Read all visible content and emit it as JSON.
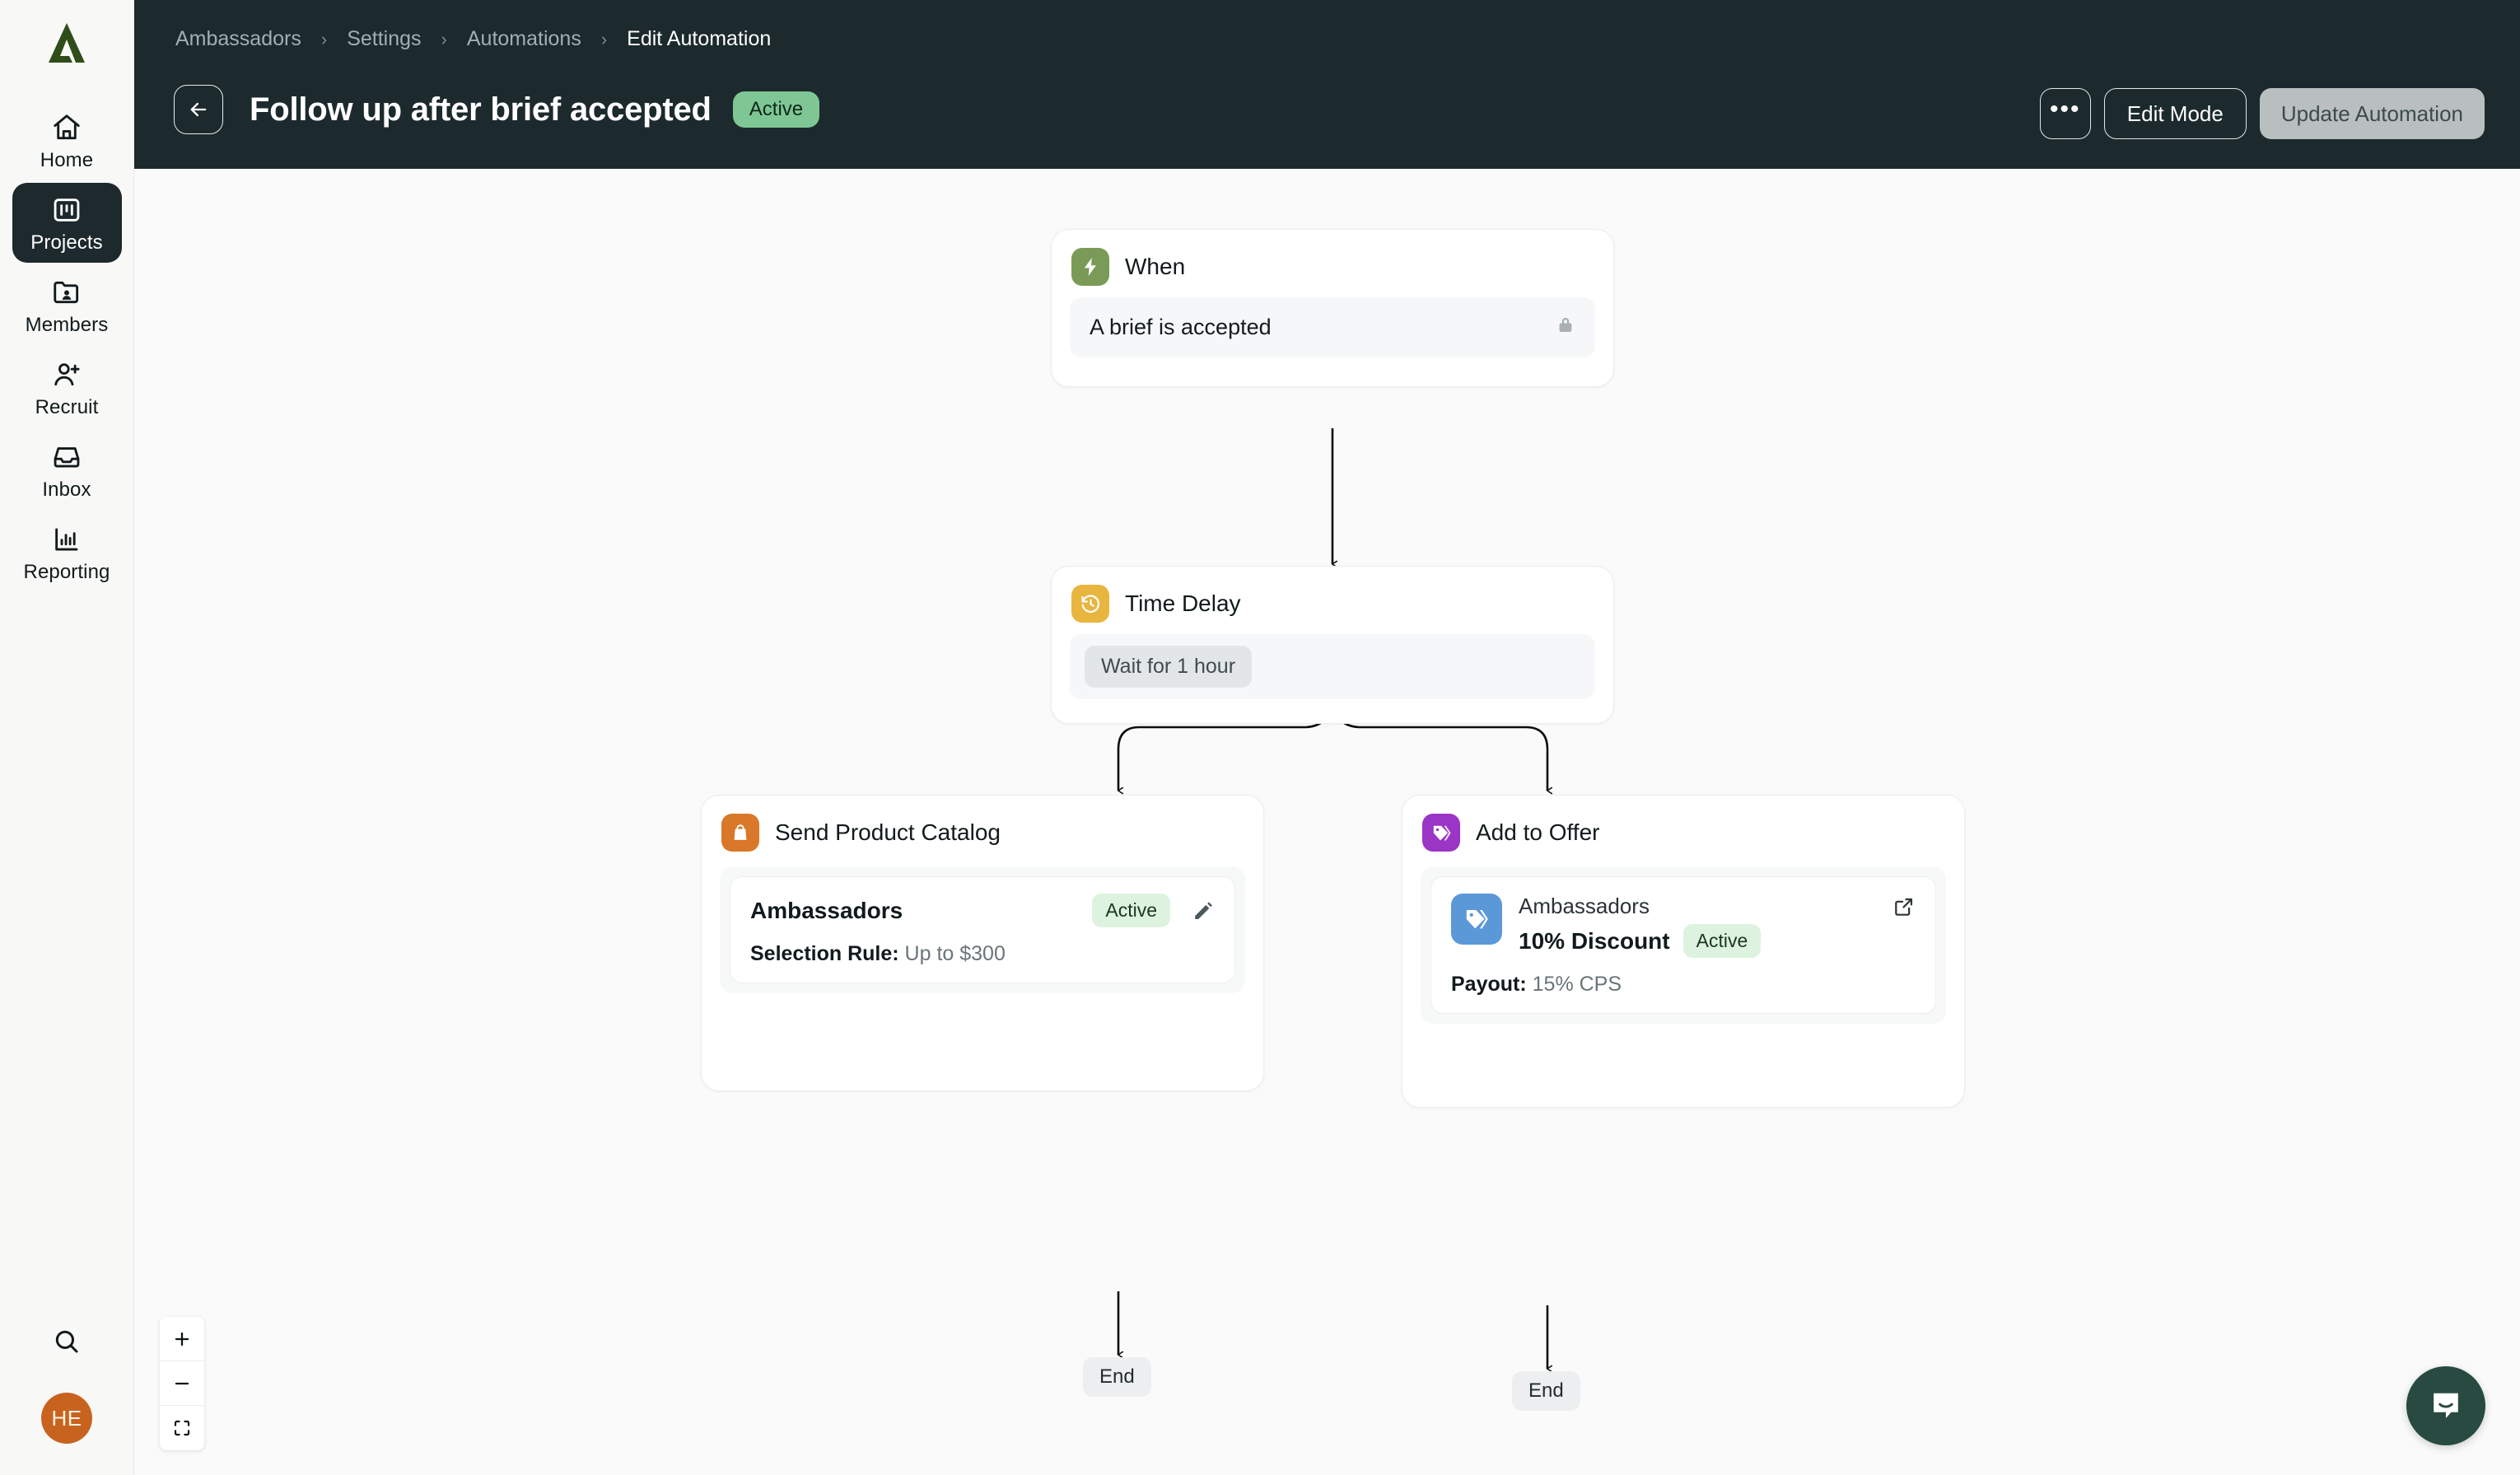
{
  "app": {
    "logo_icon": "anvil-a-logo",
    "brand_color": "#2f4d18",
    "canvas_bg": "#fafafa",
    "header_bg": "#1c2a2d"
  },
  "sidebar": {
    "items": [
      {
        "label": "Home",
        "icon": "home-icon",
        "active": false
      },
      {
        "label": "Projects",
        "icon": "projects-icon",
        "active": true
      },
      {
        "label": "Members",
        "icon": "members-icon",
        "active": false
      },
      {
        "label": "Recruit",
        "icon": "recruit-icon",
        "active": false
      },
      {
        "label": "Inbox",
        "icon": "inbox-icon",
        "active": false
      },
      {
        "label": "Reporting",
        "icon": "reporting-icon",
        "active": false
      }
    ],
    "search_icon": "search-icon",
    "avatar_initials": "HE",
    "avatar_color": "#c8631f"
  },
  "header": {
    "breadcrumb": [
      "Ambassadors",
      "Settings",
      "Automations",
      "Edit Automation"
    ],
    "breadcrumb_separator": "›",
    "back_icon": "arrow-left-icon",
    "title": "Follow up after brief accepted",
    "status_badge": "Active",
    "status_badge_color": "#7ec794",
    "more_label": "•••",
    "edit_mode_label": "Edit Mode",
    "update_label": "Update Automation"
  },
  "flow": {
    "trigger_node": {
      "title": "When",
      "icon": "lightning-bolt-icon",
      "icon_color": "#7a9b57",
      "condition": "A brief is accepted",
      "lock_icon": "lock-icon"
    },
    "delay_node": {
      "title": "Time Delay",
      "icon": "clock-rewind-icon",
      "icon_color": "#e8b53f",
      "chip": "Wait for 1 hour"
    },
    "catalog_node": {
      "title": "Send Product Catalog",
      "icon": "shopping-bag-icon",
      "icon_color": "#d97829",
      "item_name": "Ambassadors",
      "item_status": "Active",
      "edit_icon": "pencil-icon",
      "meta_label": "Selection Rule:",
      "meta_value": "Up to $300"
    },
    "offer_node": {
      "title": "Add to Offer",
      "icon": "tag-icon",
      "icon_color": "#9b35c6",
      "thumb_icon": "tags-icon",
      "thumb_color": "#5a98d8",
      "group_name": "Ambassadors",
      "offer_name": "10% Discount",
      "offer_status": "Active",
      "external_icon": "external-link-icon",
      "meta_label": "Payout:",
      "meta_value": "15% CPS"
    },
    "end_left_label": "End",
    "end_right_label": "End"
  },
  "zoom_controls": {
    "zoom_in_icon": "plus-icon",
    "zoom_out_icon": "minus-icon",
    "fit_view_icon": "fit-screen-icon"
  },
  "support": {
    "icon": "intercom-chat-icon",
    "color": "#284a40"
  }
}
